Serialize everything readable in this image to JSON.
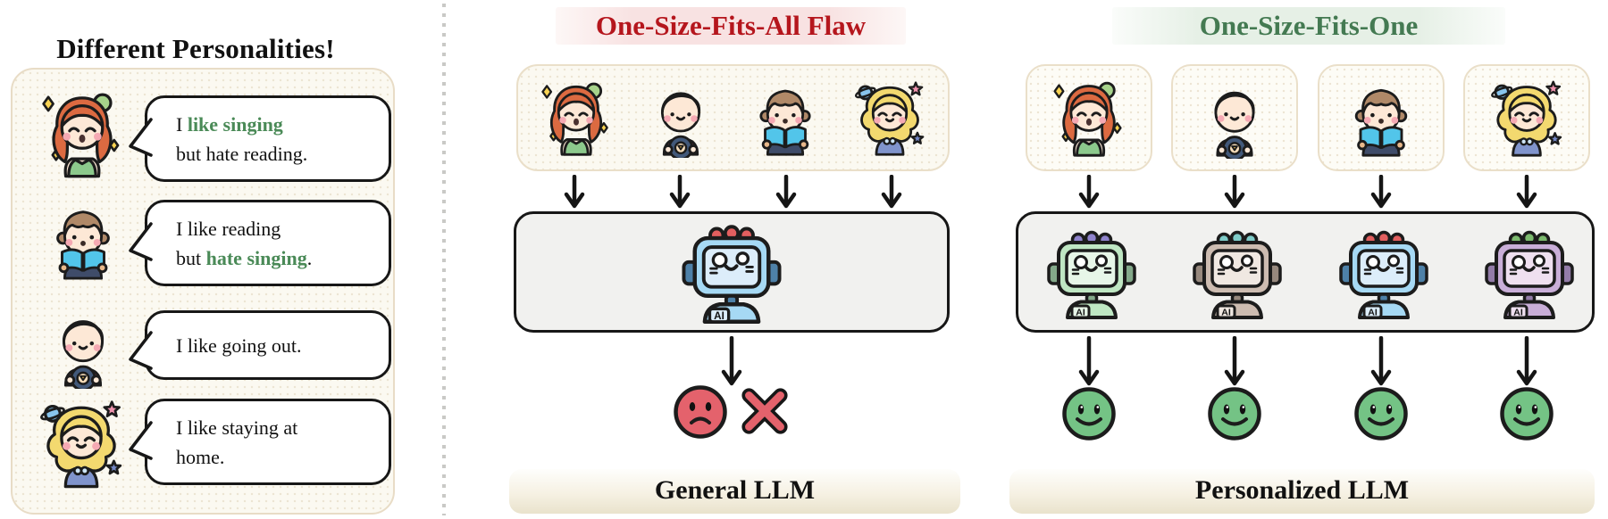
{
  "left_panel": {
    "title": "Different Personalities!",
    "personas": [
      {
        "icon": "singer-girl",
        "lines": [
          [
            {
              "t": "I ",
              "hl": false
            },
            {
              "t": "like singing",
              "hl": true
            }
          ],
          [
            {
              "t": "but hate reading.",
              "hl": false
            }
          ]
        ]
      },
      {
        "icon": "reader-kid",
        "lines": [
          [
            {
              "t": "I like reading",
              "hl": false
            }
          ],
          [
            {
              "t": "but ",
              "hl": false
            },
            {
              "t": "hate singing",
              "hl": true
            },
            {
              "t": ".",
              "hl": false
            }
          ]
        ]
      },
      {
        "icon": "driver-boy",
        "lines": [
          [
            {
              "t": "I like going out.",
              "hl": false
            }
          ]
        ]
      },
      {
        "icon": "homebody-girl",
        "lines": [
          [
            {
              "t": "I like staying at",
              "hl": false
            }
          ],
          [
            {
              "t": "home.",
              "hl": false
            }
          ]
        ]
      }
    ]
  },
  "general_panel": {
    "title": "One-Size-Fits-All Flaw",
    "users": [
      "singer-girl",
      "driver-boy",
      "reader-kid",
      "homebody-girl"
    ],
    "robot": {
      "badge": "AI",
      "theme": "blue"
    },
    "outcome_icons": [
      "sad-face",
      "cross-mark"
    ],
    "label": "General LLM"
  },
  "personal_panel": {
    "title": "One-Size-Fits-One",
    "users": [
      "singer-girl",
      "driver-boy",
      "reader-kid",
      "homebody-girl"
    ],
    "robots": [
      {
        "badge": "AI",
        "theme": "green"
      },
      {
        "badge": "AI",
        "theme": "taupe"
      },
      {
        "badge": "AI",
        "theme": "blue"
      },
      {
        "badge": "AI",
        "theme": "purple"
      }
    ],
    "outcome_icons": [
      "smiley-face",
      "smiley-face",
      "smiley-face",
      "smiley-face"
    ],
    "label": "Personalized LLM"
  },
  "colors": {
    "outline": "#1c1c1c",
    "highlight_green": "#4a8a57",
    "title_red": "#b5161d",
    "title_red_bg": "#f8e2e2",
    "title_green": "#447a52",
    "title_green_bg": "#e6f0e6",
    "sad_red": "#e4626c",
    "smiley_green": "#74c385",
    "skin": "#fde8d6",
    "blush": "#f5a9b3",
    "sparkle": "#f8d353",
    "singer_hair": "#dc6a41",
    "singer_dress": "#8cc98c",
    "note": "#a7d38b",
    "driver_hair": "#d8874f",
    "driver_shirt": "#d05762",
    "wheel": "#42597a",
    "wheel_hub": "#f6ddba",
    "reader_hair": "#b08968",
    "reader_shirt": "#3f4c69",
    "book": "#52c5ea",
    "homebody_hair": "#f3d96f",
    "homebody_dress": "#8094cc",
    "planet": "#88c4ec",
    "star_pink": "#ef93ae",
    "star_blue": "#7387c6",
    "robot_themes": {
      "blue": {
        "body": "#a6d9f4",
        "screen": "#dcedfa",
        "dark": "#4e81a8",
        "antenna": "#e25f5f"
      },
      "green": {
        "body": "#bfe7c3",
        "screen": "#e7f6e8",
        "dark": "#84a98a",
        "antenna": "#8f83cc"
      },
      "taupe": {
        "body": "#cdbcb1",
        "screen": "#f0e8e2",
        "dark": "#97897e",
        "antenna": "#7fccc9"
      },
      "purple": {
        "body": "#c9aed8",
        "screen": "#efe0f0",
        "dark": "#937ca8",
        "antenna": "#7cba6e"
      }
    }
  }
}
